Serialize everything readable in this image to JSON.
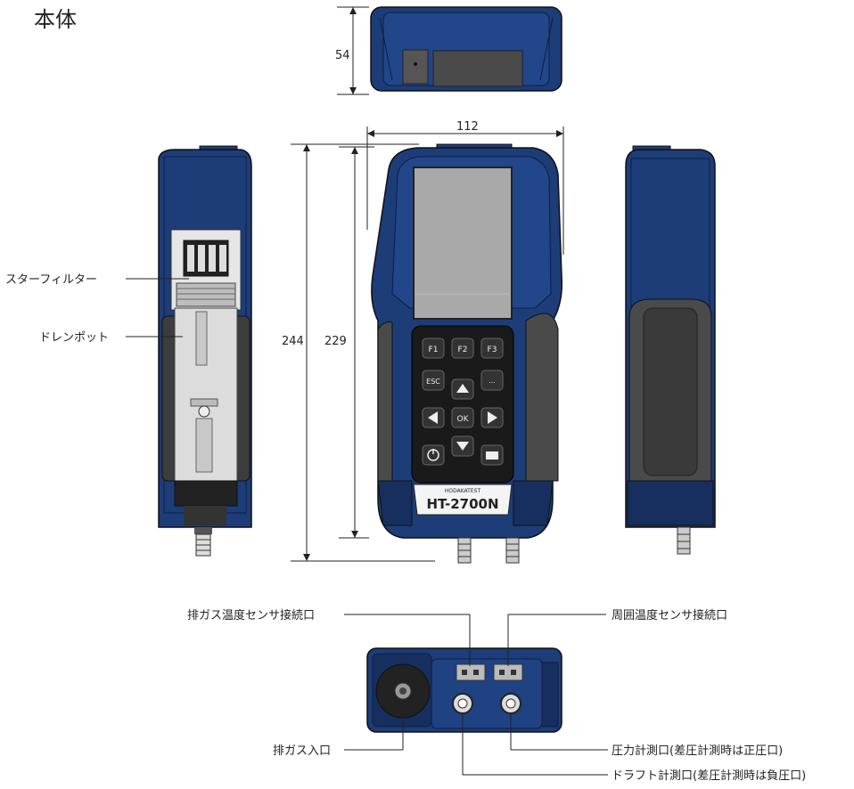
{
  "heading": "本体",
  "dimensions": {
    "thickness": "54",
    "width": "112",
    "height_total": "244",
    "height_body": "229"
  },
  "device": {
    "brand": "HODAKATEST",
    "model": "HT-2700N",
    "keys": {
      "f1": "F1",
      "f2": "F2",
      "f3": "F3",
      "esc": "ESC",
      "dots": "...",
      "ok": "OK"
    }
  },
  "callouts": {
    "star_filter": "スターフィルター",
    "drain_pot": "ドレンポット",
    "exhaust_temp_port": "排ガス温度センサ接続口",
    "ambient_temp_port": "周囲温度センサ接続口",
    "exhaust_inlet": "排ガス入口",
    "pressure_port": "圧力計測口(差圧計測時は正圧口)",
    "draft_port": "ドラフト計測口(差圧計測時は負圧口)"
  },
  "colors": {
    "body_blue": "#1c3d78",
    "body_dark": "#0d1f45",
    "grip_gray": "#4a4a4a",
    "keypad_black": "#1a1a1a",
    "screen_gray": "#a9a9a9"
  }
}
